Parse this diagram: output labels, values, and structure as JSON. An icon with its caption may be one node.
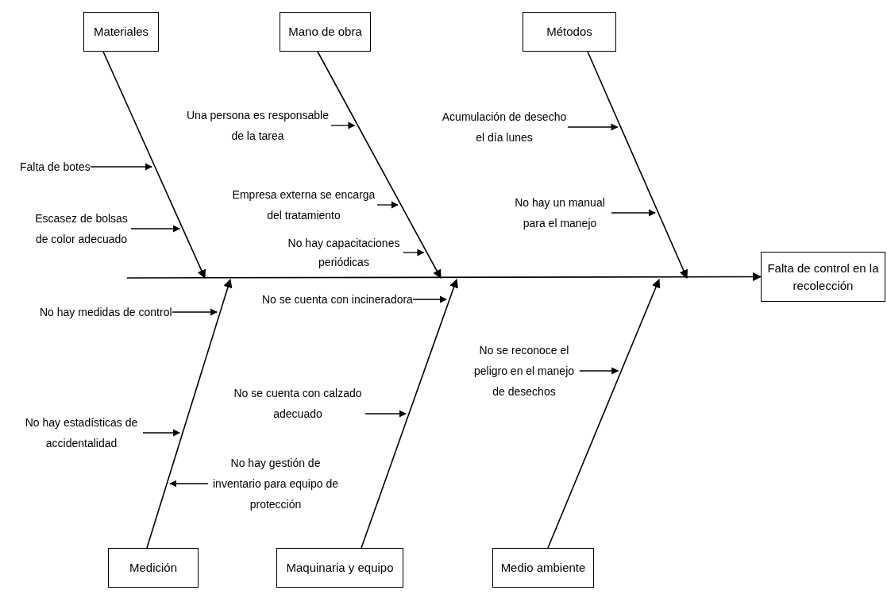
{
  "diagram": {
    "nodes": [
      {
        "text": [
          "Materiales"
        ]
      },
      {
        "text": [
          "Mano de obra"
        ]
      },
      {
        "text": [
          "Métodos"
        ]
      },
      {
        "text": [
          "Falta de control en la recolección"
        ]
      },
      {
        "text": [
          "Medición"
        ]
      },
      {
        "text": [
          "Maquinaria y equipo"
        ]
      },
      {
        "text": [
          "Medio ambiente"
        ]
      },
      {
        "text": [
          "Falta de botes"
        ]
      },
      {
        "text": [
          "Escasez de bolsas de color adecuado"
        ]
      },
      {
        "text": [
          "Una persona es responsable de la tarea"
        ]
      },
      {
        "text": [
          "Empresa externa se encarga del tratamiento"
        ]
      },
      {
        "text": [
          "No hay capacitaciones periódicas"
        ]
      },
      {
        "text": [
          "Acumulación de desecho el día lunes"
        ]
      },
      {
        "text": [
          "No hay un manual para el manejo"
        ]
      },
      {
        "text": [
          "No hay medidas de control"
        ]
      },
      {
        "text": [
          "No hay estadísticas de accidentalidad"
        ]
      },
      {
        "text": [
          "No hay gestión de inventario para equipo de protección"
        ]
      },
      {
        "text": [
          "No se cuenta con incineradora"
        ]
      },
      {
        "text": [
          "No se cuenta con calzado adecuado"
        ]
      },
      {
        "text": [
          "No se reconoce el peligro en el manejo de desechos"
        ]
      }
    ],
    "edges": [
      {
        "from": 0,
        "to": null,
        "arrow": "to"
      },
      {
        "from": 1,
        "to": null,
        "arrow": "to"
      },
      {
        "from": 2,
        "to": null,
        "arrow": "to"
      },
      {
        "from": 4,
        "to": null,
        "arrow": "to"
      },
      {
        "from": 5,
        "to": null,
        "arrow": "to"
      },
      {
        "from": 6,
        "to": null,
        "arrow": "to"
      },
      {
        "from": null,
        "to": 3,
        "arrow": "to"
      },
      {
        "from": 7,
        "to": null,
        "arrow": "to"
      },
      {
        "from": 8,
        "to": null,
        "arrow": "to"
      },
      {
        "from": 9,
        "to": null,
        "arrow": "to"
      },
      {
        "from": 10,
        "to": null,
        "arrow": "to"
      },
      {
        "from": 11,
        "to": null,
        "arrow": "to"
      },
      {
        "from": 12,
        "to": null,
        "arrow": "to"
      },
      {
        "from": 13,
        "to": null,
        "arrow": "to"
      },
      {
        "from": 14,
        "to": null,
        "arrow": "to"
      },
      {
        "from": 15,
        "to": null,
        "arrow": "to"
      },
      {
        "from": 16,
        "to": null,
        "arrow": "to"
      },
      {
        "from": 17,
        "to": null,
        "arrow": "to"
      },
      {
        "from": 18,
        "to": null,
        "arrow": "to"
      },
      {
        "from": 19,
        "to": null,
        "arrow": "to"
      }
    ]
  }
}
